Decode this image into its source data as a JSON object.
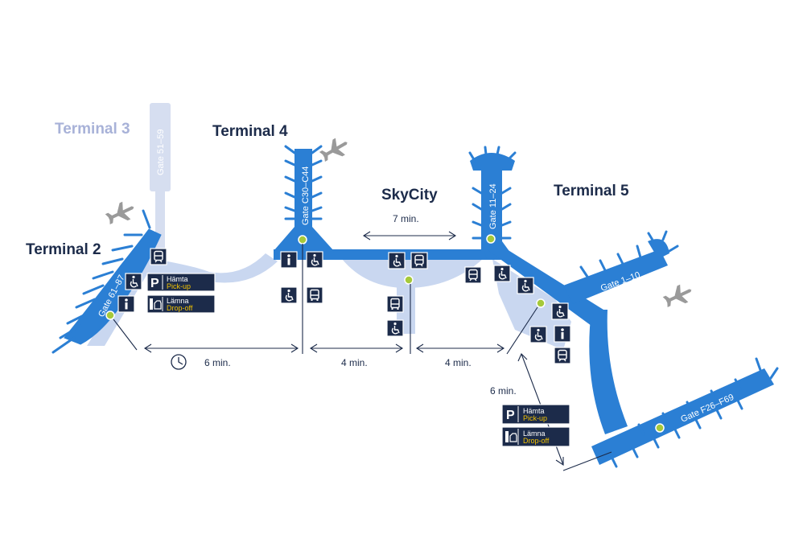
{
  "terminals": {
    "t2": "Terminal 2",
    "t3": "Terminal 3",
    "t4": "Terminal 4",
    "t5": "Terminal 5",
    "skycity": "SkyCity"
  },
  "gates": {
    "t3": "Gate 51–59",
    "t2": "Gate 61–87",
    "t4": "Gate C30–C44",
    "t5a": "Gate 11–24",
    "t5b": "Gate 1–10",
    "t5c": "Gate F26–F69"
  },
  "walk_times": {
    "t2_t4": "6 min.",
    "t4_sky": "4 min.",
    "sky_t5": "4 min.",
    "t5_f": "6 min.",
    "skycity_top": "7 min."
  },
  "parking": {
    "pickup_sv": "Hämta",
    "pickup_en": "Pick-up",
    "dropoff_sv": "Lämna",
    "dropoff_en": "Drop-off",
    "p_letter": "P"
  },
  "icon_glyphs": {
    "info": "i"
  },
  "colors": {
    "terminal": "#2b7fd4",
    "light_area": "#c9d7f0",
    "dim_terminal": "#d6def0",
    "label_dark": "#1c2b4a",
    "label_dim": "#a8b2d8",
    "station_dot": "#a6c93a",
    "plane": "#9a9a9a",
    "yellow": "#f2c200"
  },
  "icons": [
    "train-icon",
    "wheelchair-icon",
    "parking-icon",
    "info-icon",
    "taxi-icon",
    "bus-icon",
    "clock-icon",
    "airplane-icon"
  ]
}
